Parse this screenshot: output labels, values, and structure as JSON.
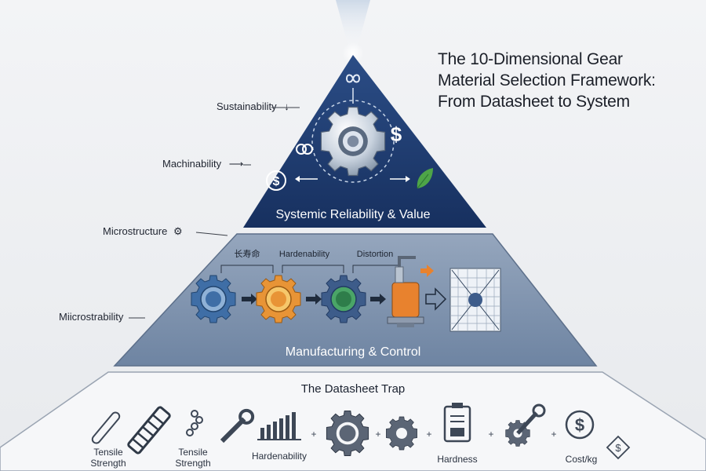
{
  "title": {
    "line1": "The 10-Dimensional Gear",
    "line2": "Material Selection Framework:",
    "line3": "From Datasheet to System"
  },
  "side_labels": {
    "sustainability": "Sustainability",
    "machinability": "Machinability",
    "microstructure": "Microstructure",
    "microstrability": "Miicrostrability"
  },
  "top_tier": {
    "label": "Systemic Reliability & Value",
    "dollar_symbol": "$"
  },
  "middle_tier": {
    "label": "Manufacturing & Control",
    "step_labels": [
      "长寿命",
      "Hardenability",
      "Distortion"
    ]
  },
  "bottom_tier": {
    "label": "The Datasheet Trap",
    "icon_labels": {
      "tensile1_line1": "Tensile",
      "tensile1_line2": "Strength",
      "tensile2_line1": "Tensile",
      "tensile2_line2": "Strength",
      "hardenability": "Hardenability",
      "hardness": "Hardness",
      "cost": "Cost/kg"
    },
    "plus": "+"
  },
  "colors": {
    "top_navy": "#1e3a6d",
    "middle_slate": "#7d91ab",
    "bottom_pale": "#f4f5f7",
    "gear_blue": "#3f6ea6",
    "gear_orange": "#e89436",
    "gear_green": "#4aa567",
    "accent_orange": "#e8822e",
    "leaf_green": "#4ea548"
  }
}
